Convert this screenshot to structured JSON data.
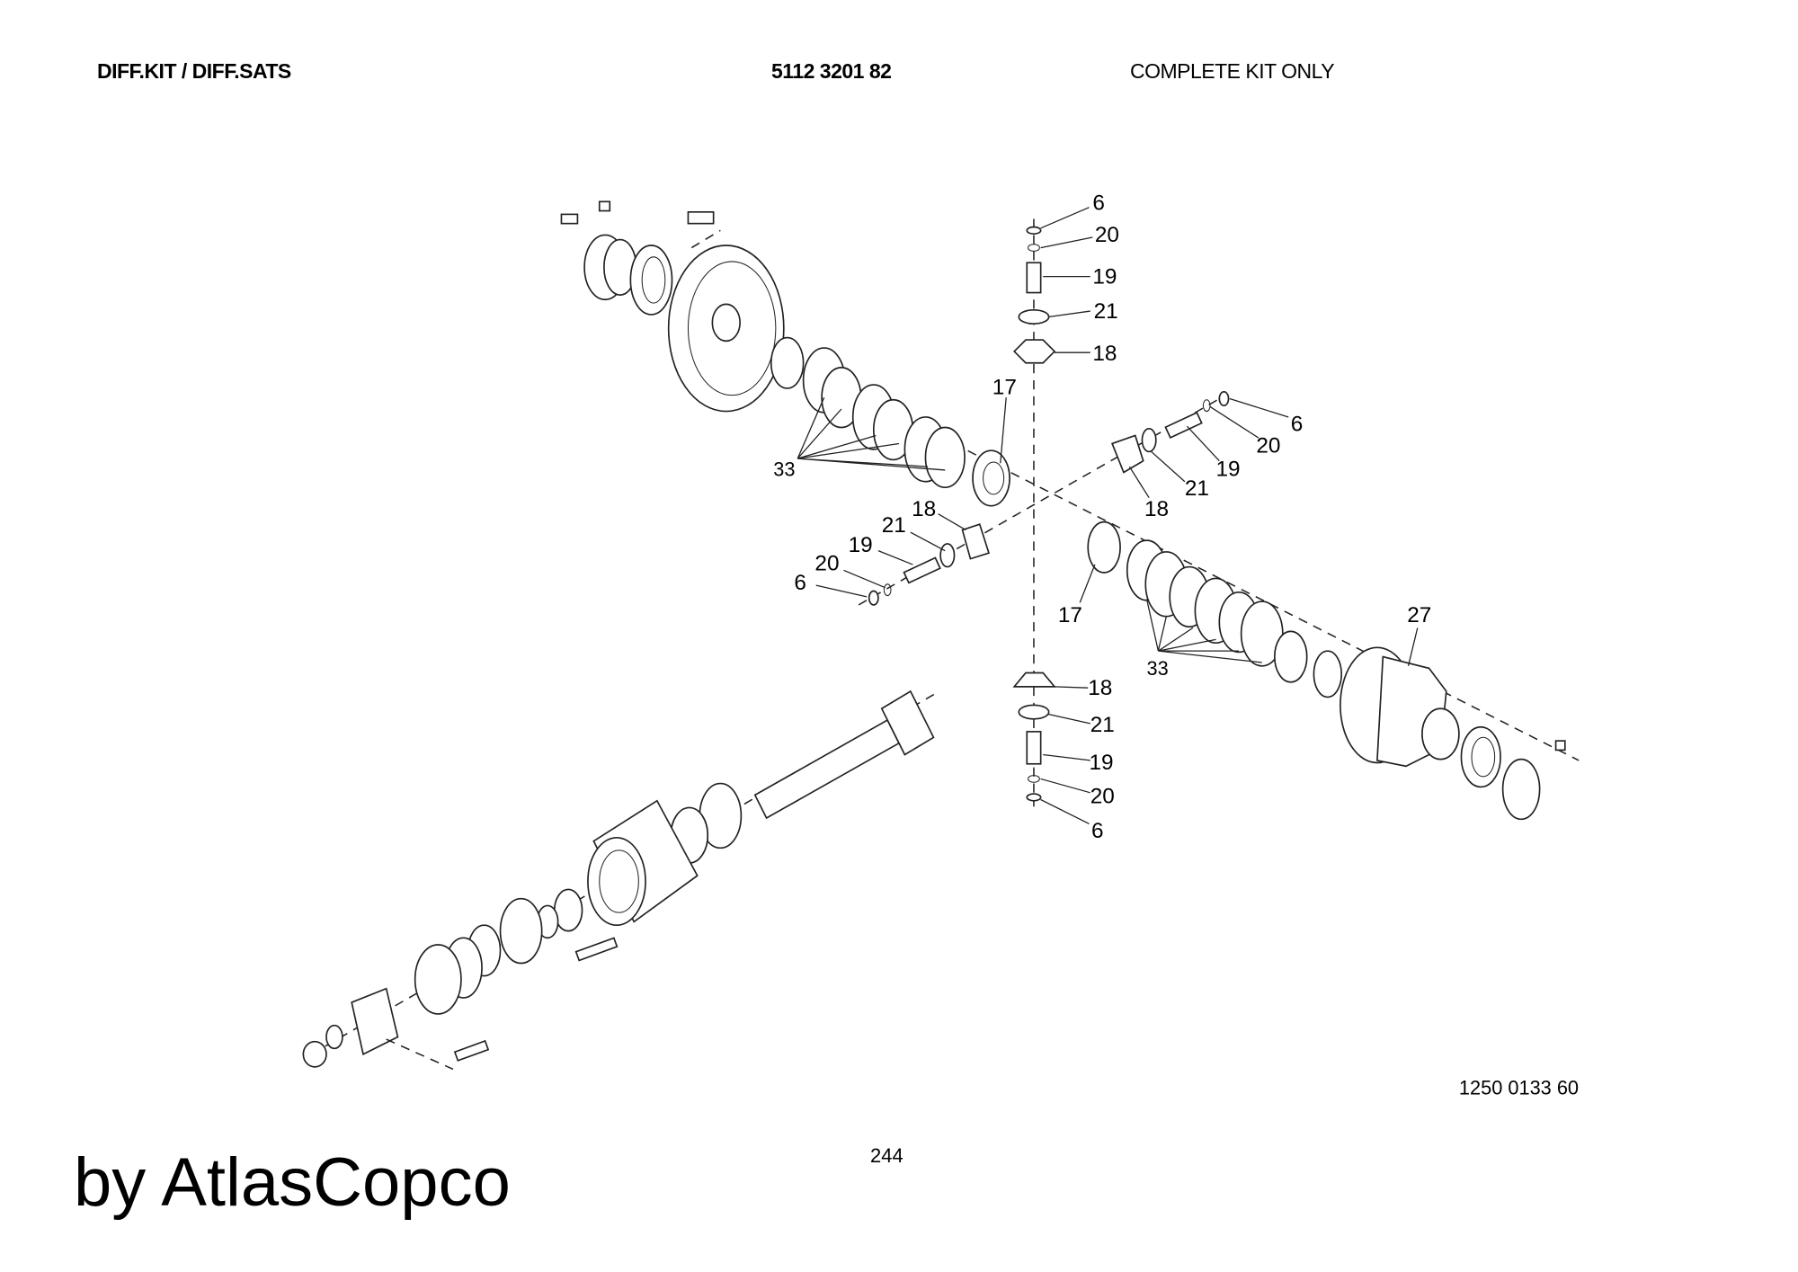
{
  "header": {
    "title": "DIFF.KIT / DIFF.SATS",
    "part_number": "5112 3201 82",
    "note": "COMPLETE KIT ONLY"
  },
  "diagram": {
    "callouts": [
      "6",
      "20",
      "19",
      "21",
      "18",
      "17",
      "6",
      "20",
      "19",
      "21",
      "18",
      "33",
      "18",
      "21",
      "19",
      "20",
      "6",
      "17",
      "27",
      "33",
      "18",
      "21",
      "19",
      "20",
      "6"
    ],
    "drawing_number": "1250 0133 60"
  },
  "footer": {
    "page_number": "244",
    "brand": "by AtlasCopco"
  }
}
